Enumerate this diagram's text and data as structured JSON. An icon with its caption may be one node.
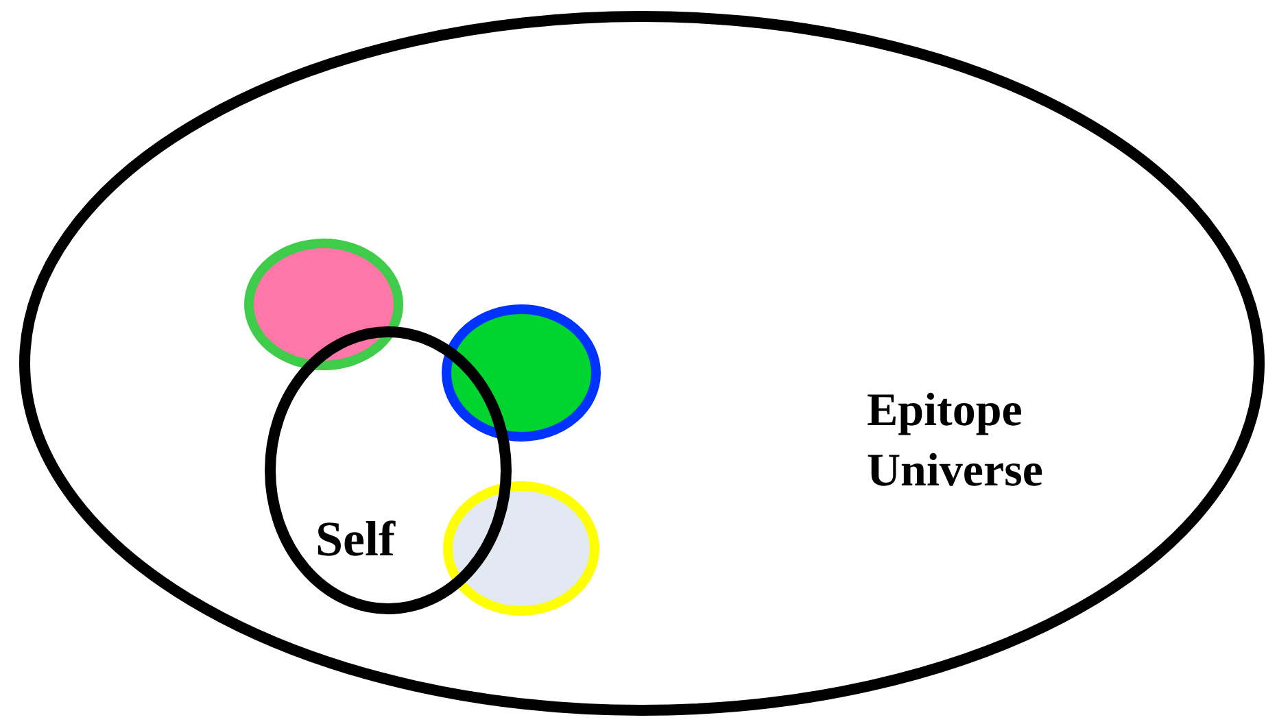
{
  "diagram": {
    "nodes": [
      {
        "text": [
          "Epitope Universe"
        ]
      },
      {
        "text": [],
        "shape": "ellipse",
        "in": 0
      },
      {
        "text": [],
        "shape": "ellipse",
        "in": 0
      },
      {
        "text": [
          "Self"
        ],
        "in": 0
      },
      {
        "text": [],
        "shape": "ellipse",
        "in": 0
      }
    ]
  }
}
